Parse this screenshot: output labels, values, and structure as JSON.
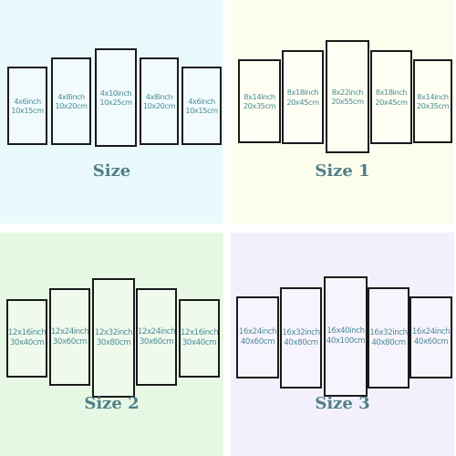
{
  "colors": {
    "size": "#eaf9fc",
    "size1": "#fdfded",
    "size2": "#e6f8e4",
    "size3": "#f4effc",
    "label": "#4a8a96",
    "title": "#4f7f86"
  },
  "quadrants": [
    {
      "title": "Size",
      "panels": [
        {
          "inch": "4x6inch",
          "cm": "10x15cm"
        },
        {
          "inch": "4x8inch",
          "cm": "10x20cm"
        },
        {
          "inch": "4x10inch",
          "cm": "10x25cm"
        },
        {
          "inch": "4x8inch",
          "cm": "10x20cm"
        },
        {
          "inch": "4x6inch",
          "cm": "10x15cm"
        }
      ]
    },
    {
      "title": "Size 1",
      "panels": [
        {
          "inch": "8x14inch",
          "cm": "20x35cm"
        },
        {
          "inch": "8x18inch",
          "cm": "20x45cm"
        },
        {
          "inch": "8x22inch",
          "cm": "20x55cm"
        },
        {
          "inch": "8x18inch",
          "cm": "20x45cm"
        },
        {
          "inch": "8x14inch",
          "cm": "20x35cm"
        }
      ]
    },
    {
      "title": "Size 2",
      "panels": [
        {
          "inch": "12x16inch",
          "cm": "30x40cm"
        },
        {
          "inch": "12x24inch",
          "cm": "30x60cm"
        },
        {
          "inch": "12x32inch",
          "cm": "30x80cm"
        },
        {
          "inch": "12x24inch",
          "cm": "30x60cm"
        },
        {
          "inch": "12x16inch",
          "cm": "30x40cm"
        }
      ]
    },
    {
      "title": "Size 3",
      "panels": [
        {
          "inch": "16x24inch",
          "cm": "40x60cm"
        },
        {
          "inch": "16x32inch",
          "cm": "40x80cm"
        },
        {
          "inch": "16x40inch",
          "cm": "40x100cm"
        },
        {
          "inch": "16x32inch",
          "cm": "40x80cm"
        },
        {
          "inch": "16x24inch",
          "cm": "40x60cm"
        }
      ]
    }
  ]
}
